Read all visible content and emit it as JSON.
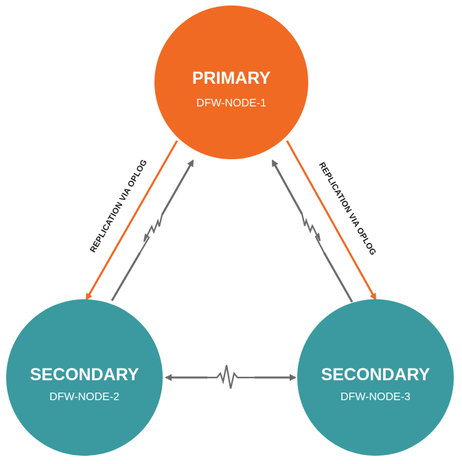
{
  "colors": {
    "primary": "#F06A24",
    "secondary": "#3A9AA0",
    "heartbeat": "#6B6B6B",
    "replication": "#F06A24",
    "text_on_node": "#FFFFFF",
    "label_text": "#1A1A1A"
  },
  "nodes": {
    "primary": {
      "role": "PRIMARY",
      "name": "DFW-NODE-1"
    },
    "secondary_left": {
      "role": "SECONDARY",
      "name": "DFW-NODE-2"
    },
    "secondary_right": {
      "role": "SECONDARY",
      "name": "DFW-NODE-3"
    }
  },
  "edges": {
    "replication_left": {
      "label": "REPLICATION VIA OPLOG",
      "from": "DFW-NODE-1",
      "to": "DFW-NODE-2"
    },
    "replication_right": {
      "label": "REPLICATION VIA OPLOG",
      "from": "DFW-NODE-1",
      "to": "DFW-NODE-3"
    },
    "heartbeat_left": {
      "from": "DFW-NODE-2",
      "to": "DFW-NODE-1",
      "icon": "heartbeat-icon"
    },
    "heartbeat_right": {
      "from": "DFW-NODE-3",
      "to": "DFW-NODE-1",
      "icon": "heartbeat-icon"
    },
    "heartbeat_bottom": {
      "from": "DFW-NODE-2",
      "to": "DFW-NODE-3",
      "icon": "heartbeat-icon",
      "bidirectional": true
    }
  }
}
